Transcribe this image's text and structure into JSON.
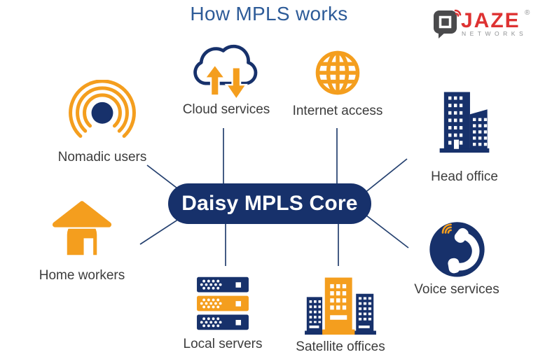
{
  "title": "How MPLS works",
  "logo": {
    "brand": "JAZE",
    "registered": "®",
    "subtitle": "NETWORKS"
  },
  "core": {
    "label": "Daisy MPLS Core"
  },
  "nodes": [
    {
      "id": "cloud-services",
      "label": "Cloud services",
      "icon": "cloud-up-down-arrows-icon"
    },
    {
      "id": "internet-access",
      "label": "Internet access",
      "icon": "globe-icon"
    },
    {
      "id": "nomadic-users",
      "label": "Nomadic users",
      "icon": "wireless-signal-icon"
    },
    {
      "id": "head-office",
      "label": "Head office",
      "icon": "office-building-icon"
    },
    {
      "id": "home-workers",
      "label": "Home workers",
      "icon": "house-icon"
    },
    {
      "id": "voice-services",
      "label": "Voice services",
      "icon": "telephone-handset-icon"
    },
    {
      "id": "local-servers",
      "label": "Local servers",
      "icon": "server-rack-icon"
    },
    {
      "id": "satellite-offices",
      "label": "Satellite offices",
      "icon": "office-buildings-icon"
    }
  ],
  "colors": {
    "navy": "#17316B",
    "orange": "#F49E1E",
    "title_blue": "#2D5B98",
    "label_gray": "#3C3C3C",
    "line": "#24406F",
    "logo_red": "#DE3232",
    "logo_gray": "#8F9193",
    "logo_dark": "#4A4A4C"
  }
}
